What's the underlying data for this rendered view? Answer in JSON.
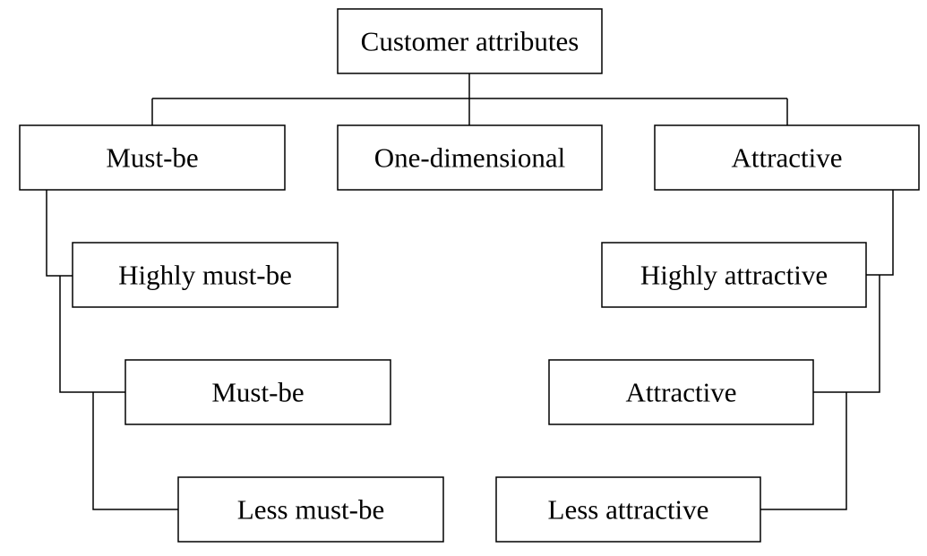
{
  "diagram": {
    "root": "Customer attributes",
    "categories": {
      "must_be": "Must-be",
      "one_dimensional": "One-dimensional",
      "attractive": "Attractive"
    },
    "must_be_levels": [
      "Highly must-be",
      "Must-be",
      "Less must-be"
    ],
    "attractive_levels": [
      "Highly attractive",
      "Attractive",
      "Less attractive"
    ]
  }
}
